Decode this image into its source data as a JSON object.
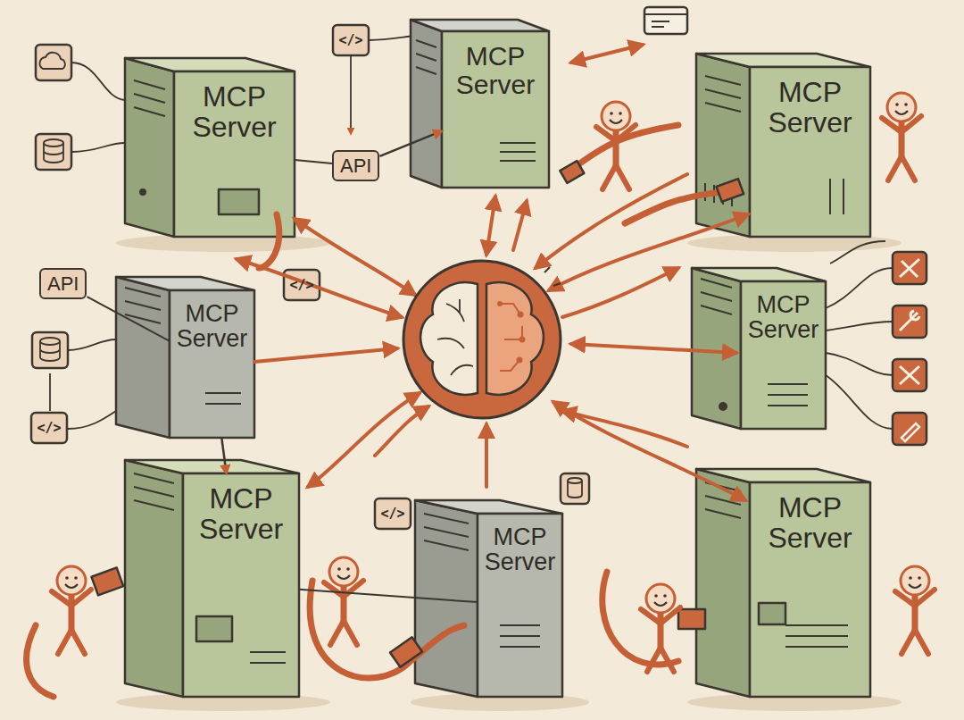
{
  "diagram": {
    "nodes": [
      {
        "text": [
          "MCP Server"
        ]
      },
      {
        "text": [
          "MCP Server"
        ]
      },
      {
        "text": [
          "MCP Server"
        ]
      },
      {
        "text": [
          "API"
        ]
      },
      {
        "text": [
          "API"
        ]
      },
      {
        "text": [
          "MCP Server"
        ]
      },
      {
        "text": [
          "MCP Server"
        ]
      },
      {
        "text": [
          "MCP Server"
        ]
      },
      {
        "text": [
          "MCP Server"
        ]
      },
      {
        "text": [
          "MCP Server"
        ]
      }
    ],
    "edges": [
      {
        "from": 0,
        "to": 3,
        "arrow": "none"
      },
      {
        "from": 3,
        "to": 1,
        "arrow": "to"
      },
      {
        "from": 4,
        "to": 5,
        "arrow": "none"
      },
      {
        "from": 5,
        "to": 7,
        "arrow": "to"
      },
      {
        "from": 7,
        "to": 8,
        "arrow": "none"
      }
    ],
    "labels": [
      "</>",
      "</>",
      "</>",
      "</>"
    ]
  }
}
